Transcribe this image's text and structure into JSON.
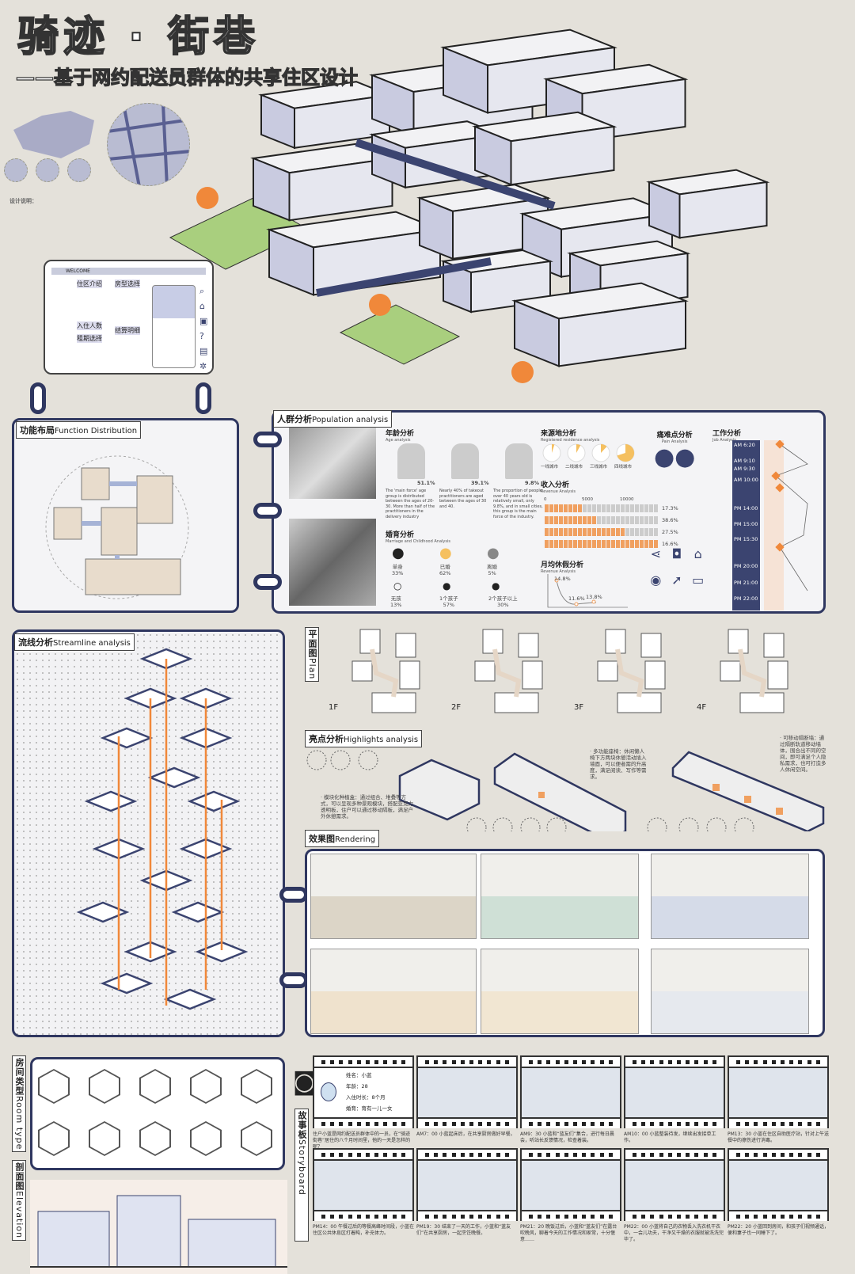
{
  "header": {
    "title": "骑迹 · 街巷",
    "subtitle": "——基于网约配送员群体的共享住区设计",
    "design_label": "设计说明："
  },
  "tablet": {
    "welcome": "WELCOME",
    "menu": [
      "住区介绍",
      "房型选择",
      "入住人数",
      "租期选择",
      "结算明细"
    ]
  },
  "function": {
    "title": "功能布局",
    "title_en": "Function Distribution"
  },
  "population": {
    "title": "人群分析",
    "title_en": "Population analysis",
    "age": {
      "title": "年龄分析",
      "title_en": "Age analysis",
      "groups": [
        {
          "pct": "51.1%",
          "en": "The 'main force' age group is distributed between the ages of 20-30. More than half of the practitioners in the delivery industry"
        },
        {
          "pct": "39.1%",
          "en": "Nearly 40% of takeout practitioners are aged between the ages of 30 and 40."
        },
        {
          "pct": "9.8%",
          "en": "The proportion of people over 40 years old is relatively small, only 9.8%, and in small cities, this group is the main force of the industry."
        }
      ]
    },
    "marriage": {
      "title": "婚育分析",
      "title_en": "Marriage and Childhood Analysis",
      "status": [
        {
          "label": "单身",
          "pct": "33%"
        },
        {
          "label": "已婚",
          "pct": "62%"
        },
        {
          "label": "离婚",
          "pct": "5%"
        }
      ],
      "children": [
        {
          "label": "无孩",
          "pct": "13%"
        },
        {
          "label": "1个孩子",
          "pct": "57%"
        },
        {
          "label": "2个孩子以上",
          "pct": "30%"
        }
      ]
    },
    "residence": {
      "title": "来源地分析",
      "title_en": "Registered residence analysis",
      "cities": [
        {
          "label": "一线城市",
          "frac": 0.05
        },
        {
          "label": "二线城市",
          "frac": 0.08
        },
        {
          "label": "三线城市",
          "frac": 0.12
        },
        {
          "label": "四线城市",
          "frac": 0.7
        }
      ]
    },
    "income": {
      "title": "收入分析",
      "title_en": "Revenue Analysis",
      "axis": [
        "0",
        "5000",
        "10000"
      ],
      "rows": [
        {
          "pct": "17.3%",
          "filled": 8
        },
        {
          "pct": "38.6%",
          "filled": 11
        },
        {
          "pct": "27.5%",
          "filled": 17
        },
        {
          "pct": "16.6%",
          "filled": 24
        }
      ]
    },
    "rest": {
      "title": "月均休假分析",
      "title_en": "Revenue Analysis",
      "points": [
        "14.8%",
        "11.6%",
        "13.8%"
      ]
    },
    "pain": {
      "title": "痛难点分析",
      "title_en": "Pain Analysis"
    },
    "job": {
      "title": "工作分析",
      "title_en": "Job Analysis",
      "times": [
        "AM 6:20",
        "AM 9:10",
        "AM 9:30",
        "AM 10:00",
        "PM 14:00",
        "PM 15:00",
        "PM 15:30",
        "PM 20:00",
        "PM 21:00",
        "PM 22:00"
      ]
    }
  },
  "streamline": {
    "title": "流线分析",
    "title_en": "Streamline analysis"
  },
  "plan": {
    "title": "平面图",
    "title_en": "Plan",
    "floors": [
      "1F",
      "2F",
      "3F",
      "4F"
    ]
  },
  "highlights": {
    "title": "亮点分析",
    "title_en": "Highlights analysis",
    "notes": [
      "· 模块化种植盒：通过组合、堆叠等方式，可以呈现多种景观模块，搭配亚克力透明板，住户可以通过移动隔板，满足户外休憩需求。",
      "· 多功能座椅：休闲懒人椅下方两块休憩活动插入墙面，可以便者需的升高度，满足阅读、写作等需求。",
      "· 可移动隔断墙：通过隔断轨道移动墙体，围合出不同的空间，即可满足个人隐私需求，也可打造多人休闲空间。"
    ]
  },
  "rendering": {
    "title": "效果图",
    "title_en": "Rendering"
  },
  "room": {
    "title": "房间类型",
    "title_en": "Room type"
  },
  "elevation": {
    "title": "剖面图",
    "title_en": "Elevation"
  },
  "storyboard": {
    "title": "故事板",
    "title_en": "Storyboard",
    "profile": [
      "姓名：小蓝",
      "年龄：28",
      "入住时长：8个月",
      "婚育：育有一儿一女"
    ],
    "captions": [
      "住户小蓝是网约配送员群体中的一员，在“骑迹街巷”居住的八个月时间里，他的一天是怎样的呢？",
      "AM7：00 小蓝起床后，在共享厨房做好早餐。",
      "AM9：30 小蓝和“蓝友们”集合，进行每日晨会，听站长反馈情况，检查着装。",
      "AM10：00 小蓝整装待发，继续出发接单工作。",
      "PM13：30 小蓝在住区自助医疗站，针对上午送餐中的擦伤进行消毒。",
      "PM14：00 午餐过后的等餐高峰时间段，小蓝在住区公共休息区打着盹，补充体力。",
      "PM19：30 结束了一天的工作，小蓝和“蓝友们”在共享厨房，一起烹饪晚餐。",
      "PM21：20 晚饭过后，小蓝和“蓝友们”在露台吹晚风，聊着今天的工作情况和家常，十分惬意……",
      "PM22：00 小蓝将自己的衣物丢入洗衣机干衣中，一会儿功夫，干净又干燥的衣服就被洗洗完毕了。",
      "PM22：20 小蓝回到房间，和孩子们视频通话，便和妻子也一同睡下了。"
    ]
  },
  "colors": {
    "navy": "#2f3760",
    "orange": "#f0883a",
    "green": "#a9cf7e"
  }
}
